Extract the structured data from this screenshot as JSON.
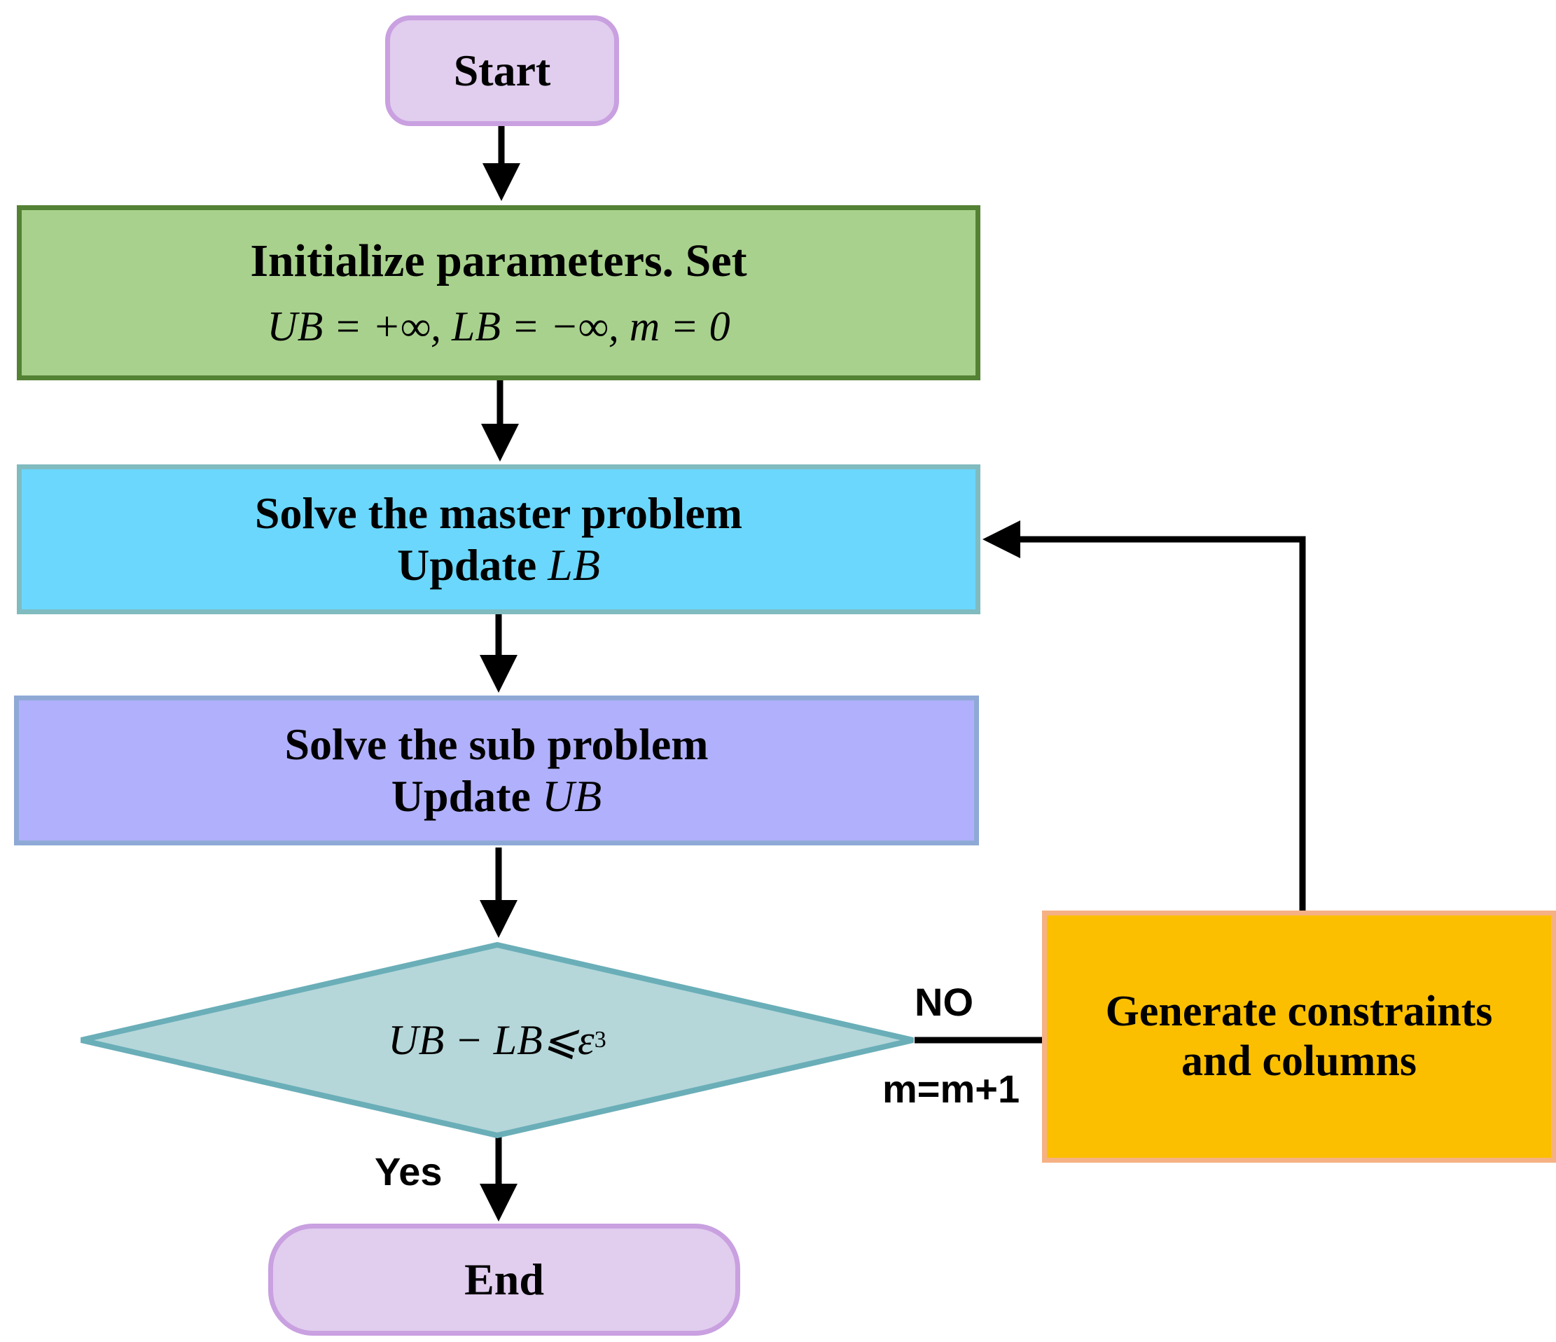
{
  "nodes": {
    "start": {
      "label": "Start"
    },
    "initialize": {
      "line1": "Initialize parameters. Set",
      "line2": "UB = +∞, LB = −∞, m = 0"
    },
    "master": {
      "line1": "Solve the master problem",
      "line2_text": "Update",
      "line2_math": "LB"
    },
    "sub": {
      "line1": "Solve the sub problem",
      "line2_text": "Update",
      "line2_math": "UB"
    },
    "decision": {
      "condition": "UB − LB⩽ε",
      "subscript": "3"
    },
    "generate": {
      "line1": "Generate constraints",
      "line2": "and columns"
    },
    "end": {
      "label": "End"
    }
  },
  "edges": {
    "no_label": "NO",
    "increment_label": "m=m+1",
    "yes_label": "Yes"
  },
  "colors": {
    "terminal_fill": "#e1cdee",
    "terminal_border": "#c9a0e0",
    "initialize_fill": "#a8d18d",
    "initialize_border": "#548235",
    "master_fill": "#6bd7fc",
    "master_border": "#80bbbf",
    "sub_fill": "#b0b0fc",
    "sub_border": "#8fa9d6",
    "decision_fill": "#b5d7da",
    "decision_border": "#6aaeb8",
    "generate_fill": "#fcbf00",
    "generate_border": "#f5b184",
    "connector": "#000000"
  }
}
